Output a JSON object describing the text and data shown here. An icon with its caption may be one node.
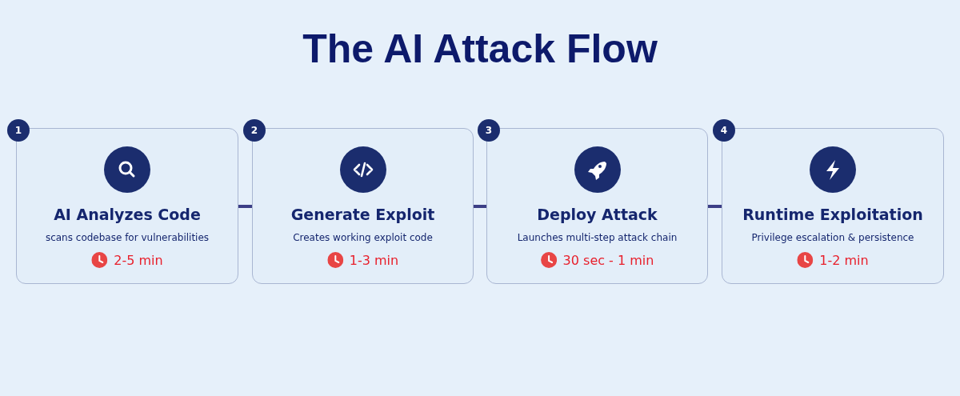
{
  "diagram": {
    "title": "The AI Attack Flow",
    "nodes": [
      {
        "text": [
          "1",
          "AI Analyzes Code",
          "scans codebase for vulnerabilities",
          "2-5 min"
        ]
      },
      {
        "text": [
          "2",
          "Generate Exploit",
          "Creates working exploit code",
          "1-3 min"
        ]
      },
      {
        "text": [
          "3",
          "Deploy Attack",
          "Launches multi-step attack chain",
          "30 sec - 1 min"
        ]
      },
      {
        "text": [
          "4",
          "Runtime Exploitation",
          "Privilege escalation & persistence",
          "1-2 min"
        ]
      }
    ],
    "edges": [
      {
        "from": 0,
        "to": 1,
        "arrow": "none"
      },
      {
        "from": 1,
        "to": 2,
        "arrow": "none"
      },
      {
        "from": 2,
        "to": 3,
        "arrow": "none"
      }
    ]
  }
}
